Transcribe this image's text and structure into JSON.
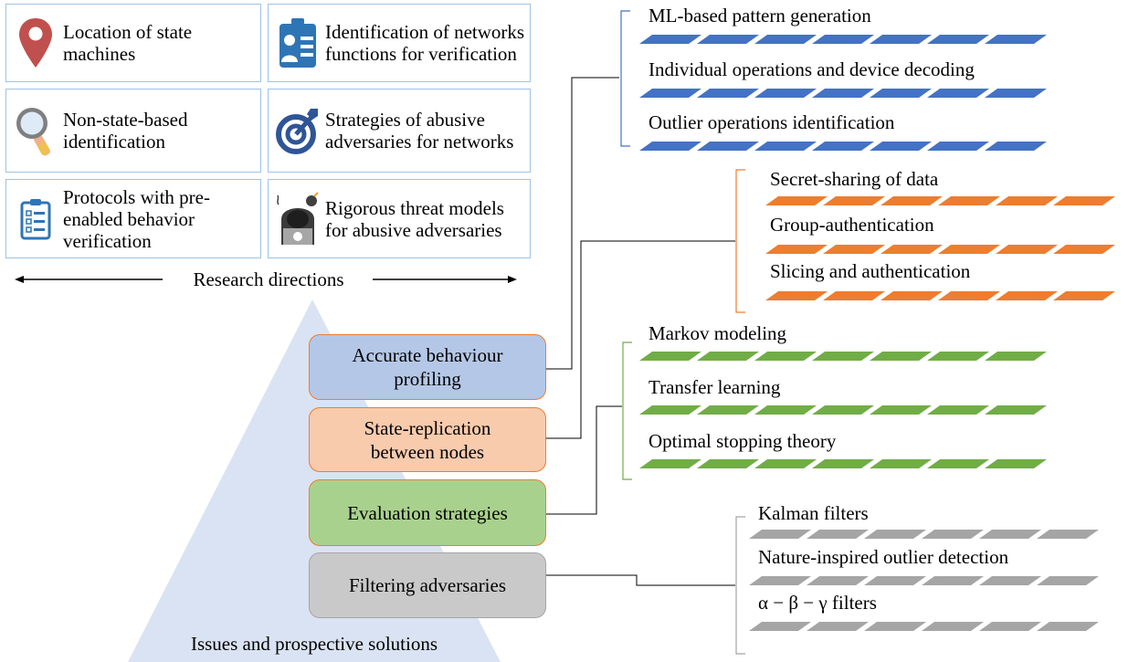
{
  "research_directions": {
    "label": "Research directions",
    "items": [
      {
        "text": "Location of state machines",
        "icon": "location-pin-icon"
      },
      {
        "text": "Identification of networks functions for verification",
        "icon": "id-badge-icon"
      },
      {
        "text": "Non-state-based identification",
        "icon": "magnifier-icon"
      },
      {
        "text": "Strategies of abusive adversaries for networks",
        "icon": "target-icon"
      },
      {
        "text": "Protocols with pre-enabled behavior verification",
        "icon": "clipboard-icon"
      },
      {
        "text": "Rigorous threat models for abusive adversaries",
        "icon": "hacker-icon"
      }
    ]
  },
  "pyramid": {
    "label": "Issues and prospective solutions",
    "issues": [
      {
        "text": "Accurate behaviour profiling",
        "fill": "#b4c7e7",
        "border": "#ed7d31"
      },
      {
        "text": "State-replication between nodes",
        "fill": "#f8cbad",
        "border": "#ed7d31"
      },
      {
        "text": "Evaluation strategies",
        "fill": "#a9d18e",
        "border": "#ed7d31"
      },
      {
        "text": "Filtering adversaries",
        "fill": "#c9c9c9",
        "border": "#a5a5a5"
      }
    ]
  },
  "solutions": [
    {
      "color": "#4472c4",
      "items": [
        "ML-based pattern generation",
        "Individual operations and device decoding",
        "Outlier operations identification"
      ]
    },
    {
      "color": "#ed7d31",
      "items": [
        "Secret-sharing of data",
        "Group-authentication",
        "Slicing and authentication"
      ]
    },
    {
      "color": "#70ad47",
      "items": [
        "Markov modeling",
        "Transfer learning",
        "Optimal stopping theory"
      ]
    },
    {
      "color": "#a5a5a5",
      "items": [
        "Kalman filters",
        "Nature-inspired outlier detection",
        "α − β − γ filters"
      ]
    }
  ]
}
